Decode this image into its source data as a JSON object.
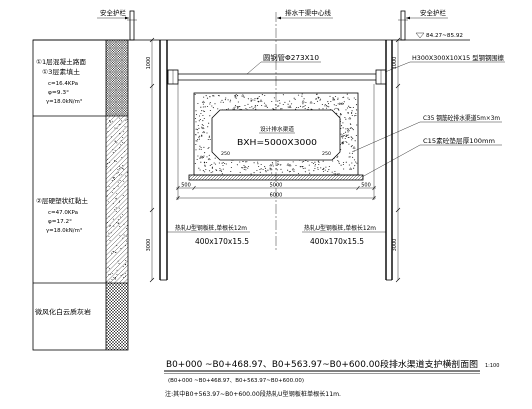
{
  "labels": {
    "safety_rail_left": "安全护栏",
    "safety_rail_right": "安全护栏",
    "centerline": "排水干渠中心线",
    "elevation": "84.27~85.92",
    "strut": "圆钢管Φ273X10",
    "waler": "H300X300X10X15 型钢钢围檩",
    "culvert_design": "设计排水渠道",
    "culvert_size": "BXH=5000X3000",
    "culvert_concrete": "C35 钢筋砼排水渠道5m×3m",
    "cushion": "C15素砼垫层厚100mm",
    "pile_left": "热轧U型钢板桩,单根长12m",
    "pile_left_section": "400x170x15.5",
    "pile_right": "热轧U型钢板桩,单根长12m",
    "pile_right_section": "400x170x15.5"
  },
  "soil_layers": [
    {
      "name": "①1层混凝土路面",
      "name2": "①3层素填土",
      "c": "c=16.4KPa",
      "phi": "φ=9.3°",
      "gamma": "γ=18.0kN/m³"
    },
    {
      "name": "②层硬塑状红黏土",
      "c": "c=47.0KPa",
      "phi": "φ=17.2°",
      "gamma": "γ=18.0kN/m³"
    },
    {
      "name": "微风化白云质灰岩"
    }
  ],
  "dimensions": {
    "chamfer_left": "250",
    "chamfer_right": "250",
    "bottom_left": "500",
    "bottom_center": "5000",
    "bottom_right": "500",
    "bottom_total": "6000",
    "left_top": "1000",
    "left_bottom": "3000",
    "right_top": "1000",
    "right_bottom": "3000"
  },
  "title": {
    "main": "B0+000 ~B0+468.97、B0+563.97~B0+600.00段排水渠道支护横剖面图",
    "scale": "1:100",
    "sub": "(B0+000 ~B0+468.97、B0+563.97~B0+600.00)",
    "note": "注:其中B0+563.97~B0+600.00段热轧U型钢板桩单根长11m."
  }
}
